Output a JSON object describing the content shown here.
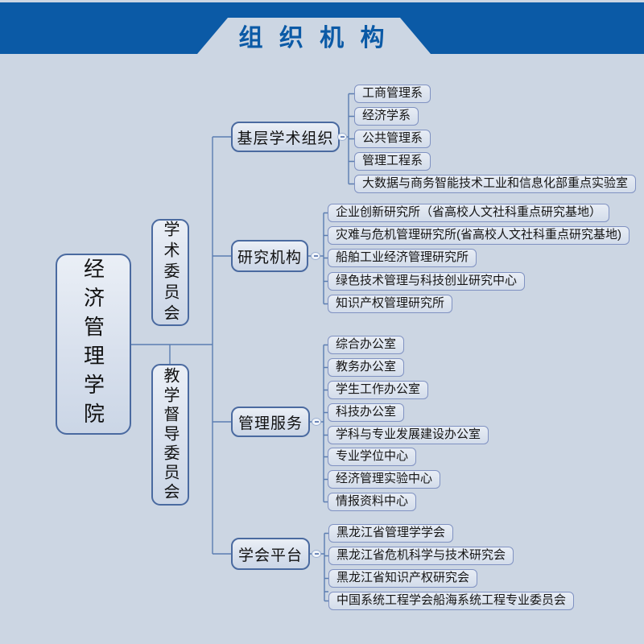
{
  "header": {
    "title": "组 织 机 构"
  },
  "root": {
    "label": "经济管理学院"
  },
  "committees": [
    {
      "label": "学术委员会"
    },
    {
      "label": "教学督导委员会"
    }
  ],
  "branches": [
    {
      "label": "基层学术组织",
      "children": [
        "工商管理系",
        "经济学系",
        "公共管理系",
        "管理工程系",
        "大数据与商务智能技术工业和信息化部重点实验室"
      ]
    },
    {
      "label": "研究机构",
      "children": [
        "企业创新研究所（省高校人文社科重点研究基地）",
        "灾难与危机管理研究所(省高校人文社科重点研究基地)",
        "船舶工业经济管理研究所",
        "绿色技术管理与科技创业研究中心",
        "知识产权管理研究所"
      ]
    },
    {
      "label": "管理服务",
      "children": [
        "综合办公室",
        "教务办公室",
        "学生工作办公室",
        "科技办公室",
        "学科与专业发展建设办公室",
        "专业学位中心",
        "经济管理实验中心",
        "情报资料中心"
      ]
    },
    {
      "label": "学会平台",
      "children": [
        "黑龙江省管理学学会",
        "黑龙江省危机科学与技术研究会",
        "黑龙江省知识产权研究会",
        "中国系统工程学会船海系统工程专业委员会"
      ]
    }
  ],
  "collapse_toggle": {
    "glyph": "-"
  },
  "colors": {
    "banner_blue": "#0b5aa6",
    "page_background": "#ccd6e3",
    "connector_line": "#5b7db1",
    "strong_node_border": "#4a6aa0",
    "light_node_border": "#8092c2",
    "title_text": "#0b5aa6",
    "node_text": "#111111"
  }
}
